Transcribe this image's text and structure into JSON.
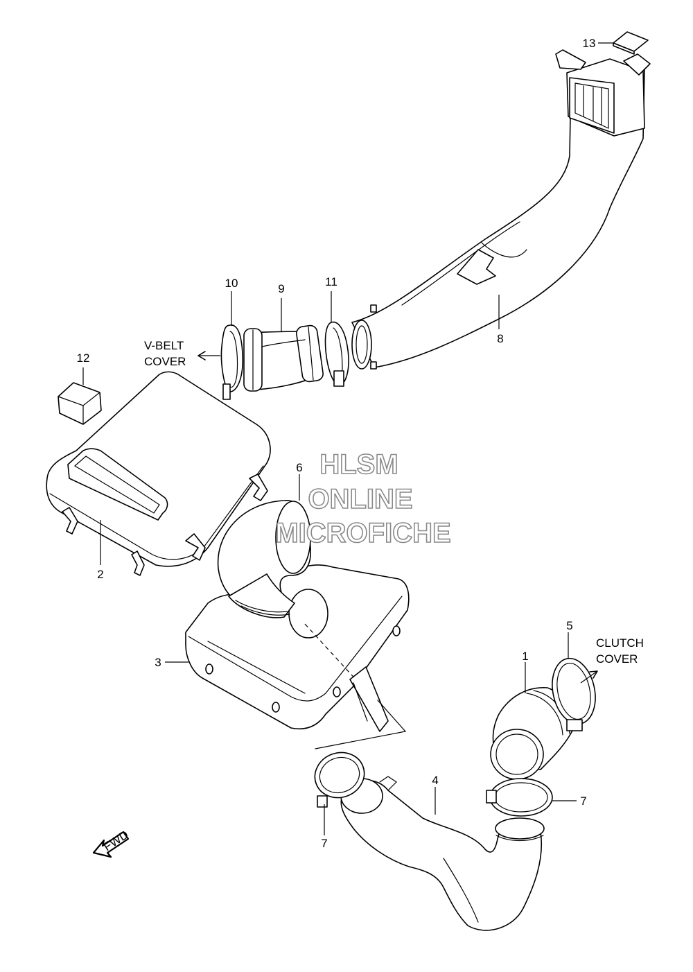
{
  "callouts": {
    "c1": "1",
    "c2": "2",
    "c3": "3",
    "c4": "4",
    "c5": "5",
    "c6": "6",
    "c7a": "7",
    "c7b": "7",
    "c8": "8",
    "c9": "9",
    "c10": "10",
    "c11": "11",
    "c12": "12",
    "c13": "13"
  },
  "notes": {
    "vbelt_line1": "V-BELT",
    "vbelt_line2": "COVER",
    "clutch_line1": "CLUTCH",
    "clutch_line2": "COVER",
    "fwd": "FWD"
  },
  "watermark": {
    "line1": "HLSM",
    "line2": "ONLINE",
    "line3": "MICROFICHE"
  }
}
